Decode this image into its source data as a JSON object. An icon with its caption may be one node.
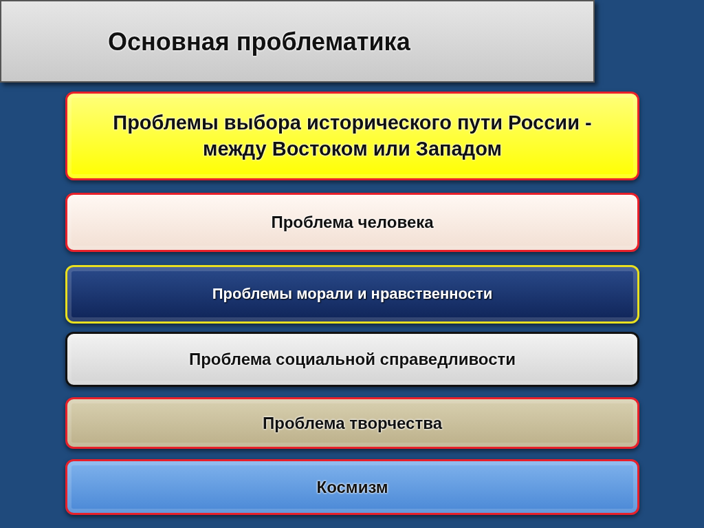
{
  "diagram": {
    "title": "Основная проблематика",
    "nodes": [
      {
        "text": [
          "Проблемы выбора исторического пути России - между Востоком или Западом"
        ]
      },
      {
        "text": [
          "Проблема человека"
        ]
      },
      {
        "text": [
          "Проблемы морали и нравственности"
        ]
      },
      {
        "text": [
          "Проблема социальной справедливости"
        ]
      },
      {
        "text": [
          "Проблема творчества"
        ]
      },
      {
        "text": [
          "Космизм"
        ]
      }
    ]
  }
}
